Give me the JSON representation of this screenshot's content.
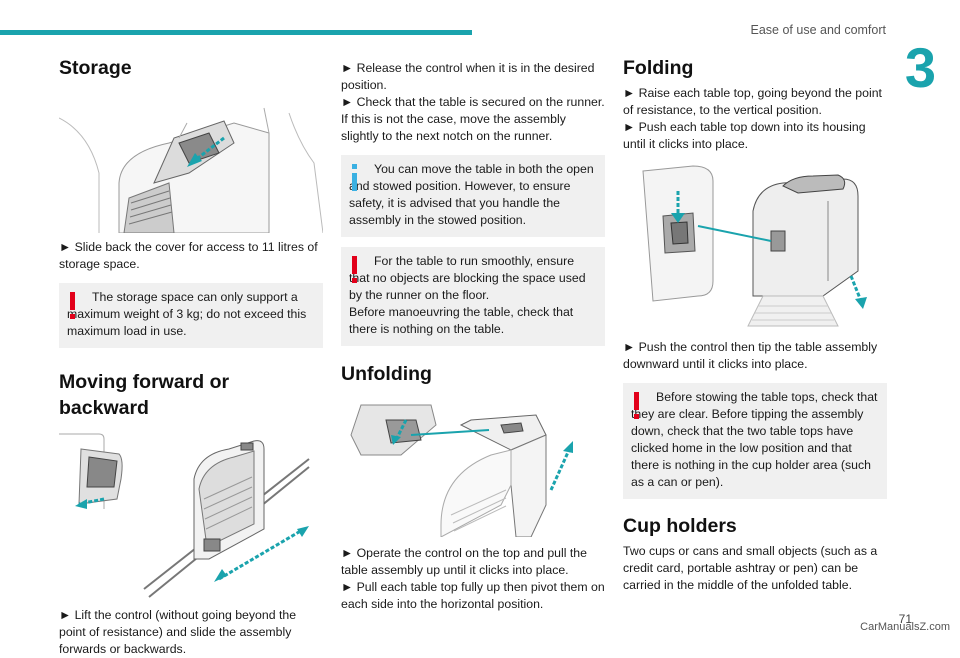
{
  "header": {
    "section": "Ease of use and comfort",
    "chapter": "3"
  },
  "storage": {
    "title": "Storage",
    "step1": "► Slide back the cover for access to 11 litres of storage space.",
    "warning": "The storage space can only support a maximum weight of 3 kg; do not exceed this maximum load in use."
  },
  "moving": {
    "title": "Moving forward or backward",
    "step1": "► Lift the control (without going beyond the point of resistance) and slide the assembly forwards or backwards."
  },
  "col2": {
    "release": "► Release the control when it is in the desired position.",
    "check": "► Check that the table is secured on the runner. If this is not the case, move the assembly slightly to the next notch on the runner.",
    "info": "You can move the table in both the open and stowed position. However, to ensure safety, it is advised that you handle the assembly in the stowed position.",
    "warning1": "For the table to run smoothly, ensure that no objects are blocking the space used by the runner on the floor.",
    "warning2": "Before manoeuvring the table, check that there is nothing on the table."
  },
  "unfolding": {
    "title": "Unfolding",
    "step1": "► Operate the control on the top and pull the table assembly up until it clicks into place.",
    "step2": "► Pull each table top fully up then pivot them on each side into the horizontal position."
  },
  "folding": {
    "title": "Folding",
    "step1": "► Raise each table top, going beyond the point of resistance, to the vertical position.",
    "step2": "► Push each table top down into its housing until it clicks into place.",
    "step3": "► Push the control then tip the table assembly downward until it clicks into place.",
    "warning": "Before stowing the table tops, check that they are clear. Before tipping the assembly down, check that the two table tops have clicked home in the low position and that there is nothing in the cup holder area (such as a can or pen)."
  },
  "cup_holders": {
    "title": "Cup holders",
    "text": "Two cups or cans and small objects (such as a credit card, portable ashtray or pen) can be carried in the middle of the unfolded table."
  },
  "footer": {
    "page": "71",
    "watermark": "CarManualsZ.com"
  },
  "colors": {
    "accent": "#1aa3ad",
    "warning": "#e2001a",
    "info": "#3ab0e2"
  }
}
